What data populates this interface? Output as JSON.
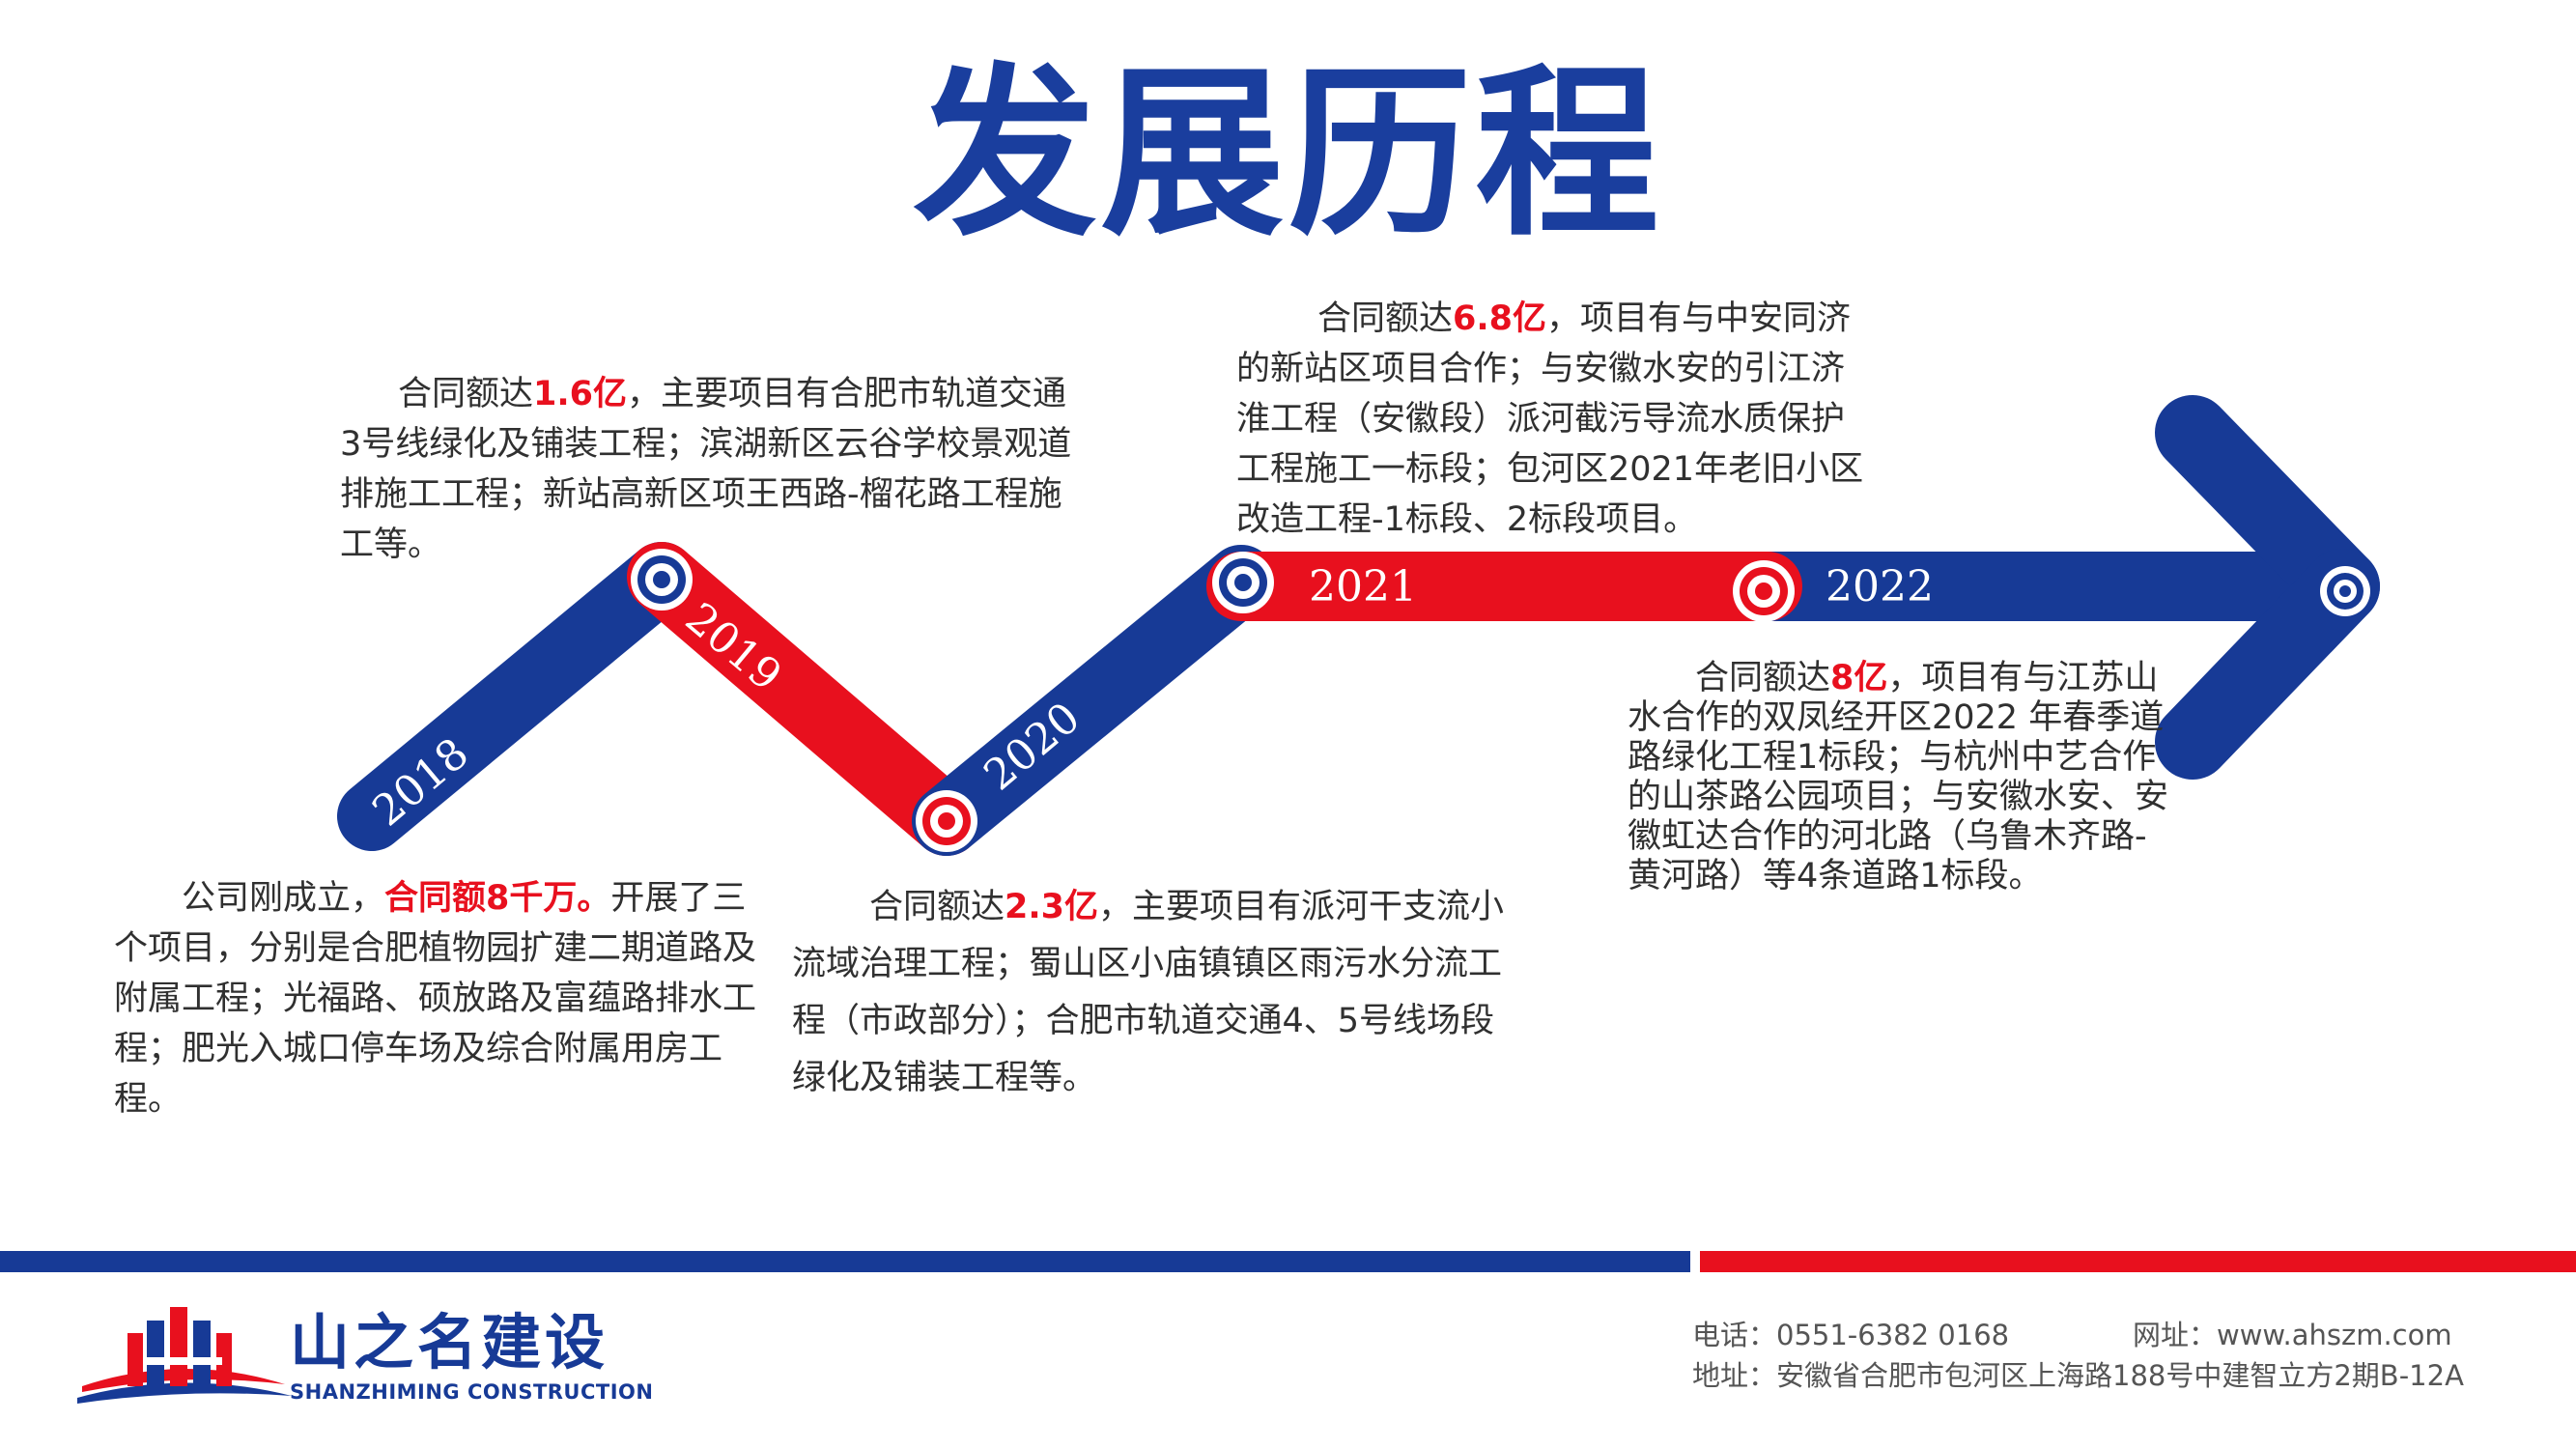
{
  "title": "发展历程",
  "colors": {
    "blue": "#173a96",
    "red": "#e8101e",
    "title_blue": "#1a3e9e",
    "text": "#303030"
  },
  "years": [
    "2018",
    "2019",
    "2020",
    "2021",
    "2022"
  ],
  "milestones": [
    {
      "year": "2018",
      "parts": [
        {
          "text": "公司刚成立，",
          "hl": false
        },
        {
          "text": "合同额8千万。",
          "hl": true
        },
        {
          "text": "开展了三个项目，分别是合肥植物园扩建二期道路及附属工程；光福路、硕放路及富蕴路排水工程；肥光入城口停车场及综合附属用房工程。",
          "hl": false
        }
      ]
    },
    {
      "year": "2019",
      "parts": [
        {
          "text": "合同额达",
          "hl": false
        },
        {
          "text": "1.6亿",
          "hl": true
        },
        {
          "text": "，主要项目有合肥市轨道交通3号线绿化及铺装工程；滨湖新区云谷学校景观道排施工工程；新站高新区项王西路-榴花路工程施工等。",
          "hl": false
        }
      ]
    },
    {
      "year": "2020",
      "parts": [
        {
          "text": "合同额达",
          "hl": false
        },
        {
          "text": "2.3亿",
          "hl": true
        },
        {
          "text": "，主要项目有派河干支流小流域治理工程；蜀山区小庙镇镇区雨污水分流工程（市政部分）；合肥市轨道交通4、5号线场段绿化及铺装工程等。",
          "hl": false
        }
      ]
    },
    {
      "year": "2021",
      "parts": [
        {
          "text": "合同额达",
          "hl": false
        },
        {
          "text": "6.8亿",
          "hl": true
        },
        {
          "text": "，项目有与中安同济的新站区项目合作；与安徽水安的引江济淮工程（安徽段）派河截污导流水质保护工程施工一标段；包河区2021年老旧小区改造工程-1标段、2标段项目。",
          "hl": false
        }
      ]
    },
    {
      "year": "2022",
      "parts": [
        {
          "text": "合同额达",
          "hl": false
        },
        {
          "text": "8亿",
          "hl": true
        },
        {
          "text": "，项目有与江苏山水合作的双凤经开区2022 年春季道路绿化工程1标段；与杭州中艺合作的山茶路公园项目；与安徽水安、安徽虹达合作的河北路（乌鲁木齐路-黄河路）等4条道路1标段。",
          "hl": false
        }
      ]
    }
  ],
  "footer": {
    "company_name": "山之名建设",
    "company_en": "SHANZHIMING CONSTRUCTION",
    "phone": "电话：0551-6382 0168",
    "website": "网址：www.ahszm.com",
    "address": "地址：安徽省合肥市包河区上海路188号中建智立方2期B-12A"
  }
}
